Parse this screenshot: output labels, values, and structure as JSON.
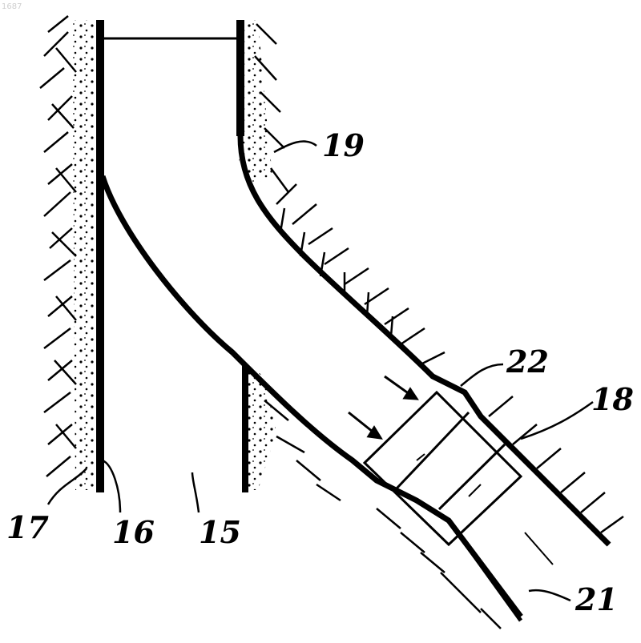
{
  "figure": {
    "corner_id": "1687",
    "labels": {
      "l17": "17",
      "l16": "16",
      "l15": "15",
      "l19": "19",
      "l22": "22",
      "l18": "18",
      "l21": "21"
    }
  },
  "colors": {
    "ink": "#000000",
    "background": "#ffffff"
  }
}
